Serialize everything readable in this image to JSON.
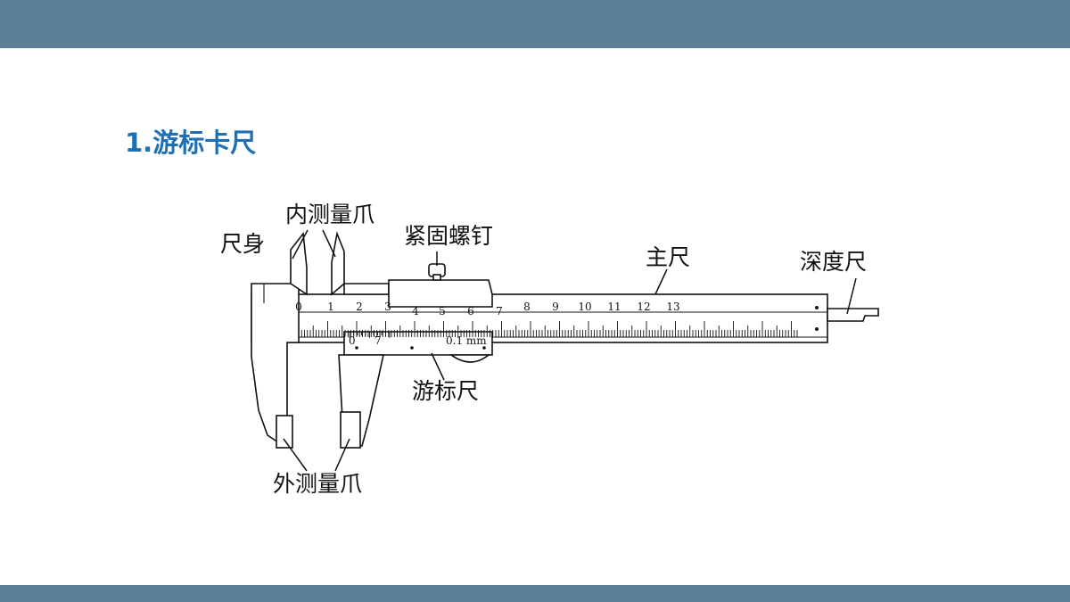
{
  "colors": {
    "bar": "#5b8096",
    "title": "#1f6fb4"
  },
  "title": "1.游标卡尺",
  "labels": {
    "body": "尺身",
    "inner_jaws": "内测量爪",
    "locking_screw": "紧固螺钉",
    "main_scale": "主尺",
    "depth_rod": "深度尺",
    "vernier": "游标尺",
    "outer_jaws": "外测量爪"
  },
  "main_scale_numbers": [
    "0",
    "1",
    "2",
    "3",
    "4",
    "5",
    "6",
    "7",
    "8",
    "9",
    "10",
    "11",
    "12",
    "13"
  ],
  "vernier_zero": "0",
  "vernier_seven": "7",
  "vernier_precision": "0.1 mm"
}
